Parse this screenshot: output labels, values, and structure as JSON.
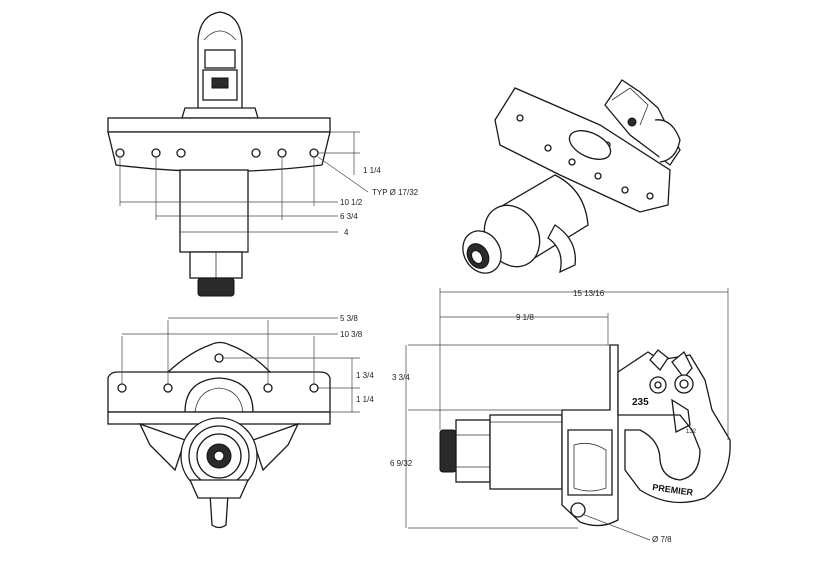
{
  "dimensions": {
    "front_width_overall": "10 1/2",
    "front_width_inner": "6 3/4",
    "front_width_body": "4",
    "front_hole_offset": "1 1/4",
    "front_hole_note": "TYP Ø 17/32",
    "top_width_inner": "5 3/8",
    "top_width_overall": "10 3/8",
    "top_offset_a": "1 3/4",
    "top_offset_b": "1 1/4",
    "side_length_overall": "15 13/16",
    "side_length_partial": "9 1/8",
    "side_height_upper": "3 3/4",
    "side_height_total": "6 9/32",
    "side_hole_dia": "Ø 7/8"
  },
  "markings": {
    "rating": "235",
    "brand": "PREMIER",
    "small_code": "132"
  }
}
